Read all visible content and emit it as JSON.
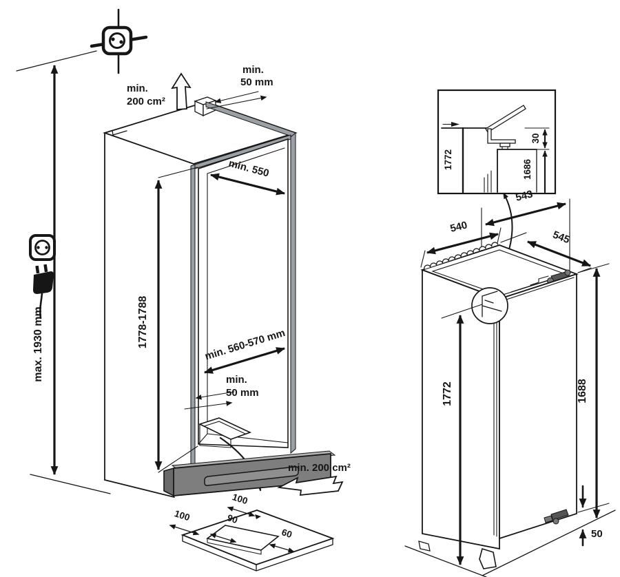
{
  "left_figure": {
    "top_vent": {
      "line1": "min.",
      "line2": "200 cm²"
    },
    "top_duct_gap": {
      "line1": "min.",
      "line2": "50 mm"
    },
    "niche_width": "min. 550",
    "niche_height": "1778-1788",
    "max_overall_height": "max. 1930 mm",
    "niche_depth": "min. 560-570 mm",
    "rear_gap": {
      "line1": "min.",
      "line2": "50 mm"
    },
    "bottom_vent": "min. 200 cm²",
    "base_plate": {
      "dim_top": "100",
      "dim_left": "100",
      "dim_mid": "90",
      "dim_right": "60"
    }
  },
  "right_figure": {
    "inset": {
      "niche_height": "1772",
      "top_clearance": "30",
      "appliance_body": "1686"
    },
    "dims": {
      "depth_total": "543",
      "top_width": "540",
      "top_depth": "545",
      "appliance_height": "1772",
      "door_height": "1688",
      "bottom_clearance": "50"
    }
  }
}
